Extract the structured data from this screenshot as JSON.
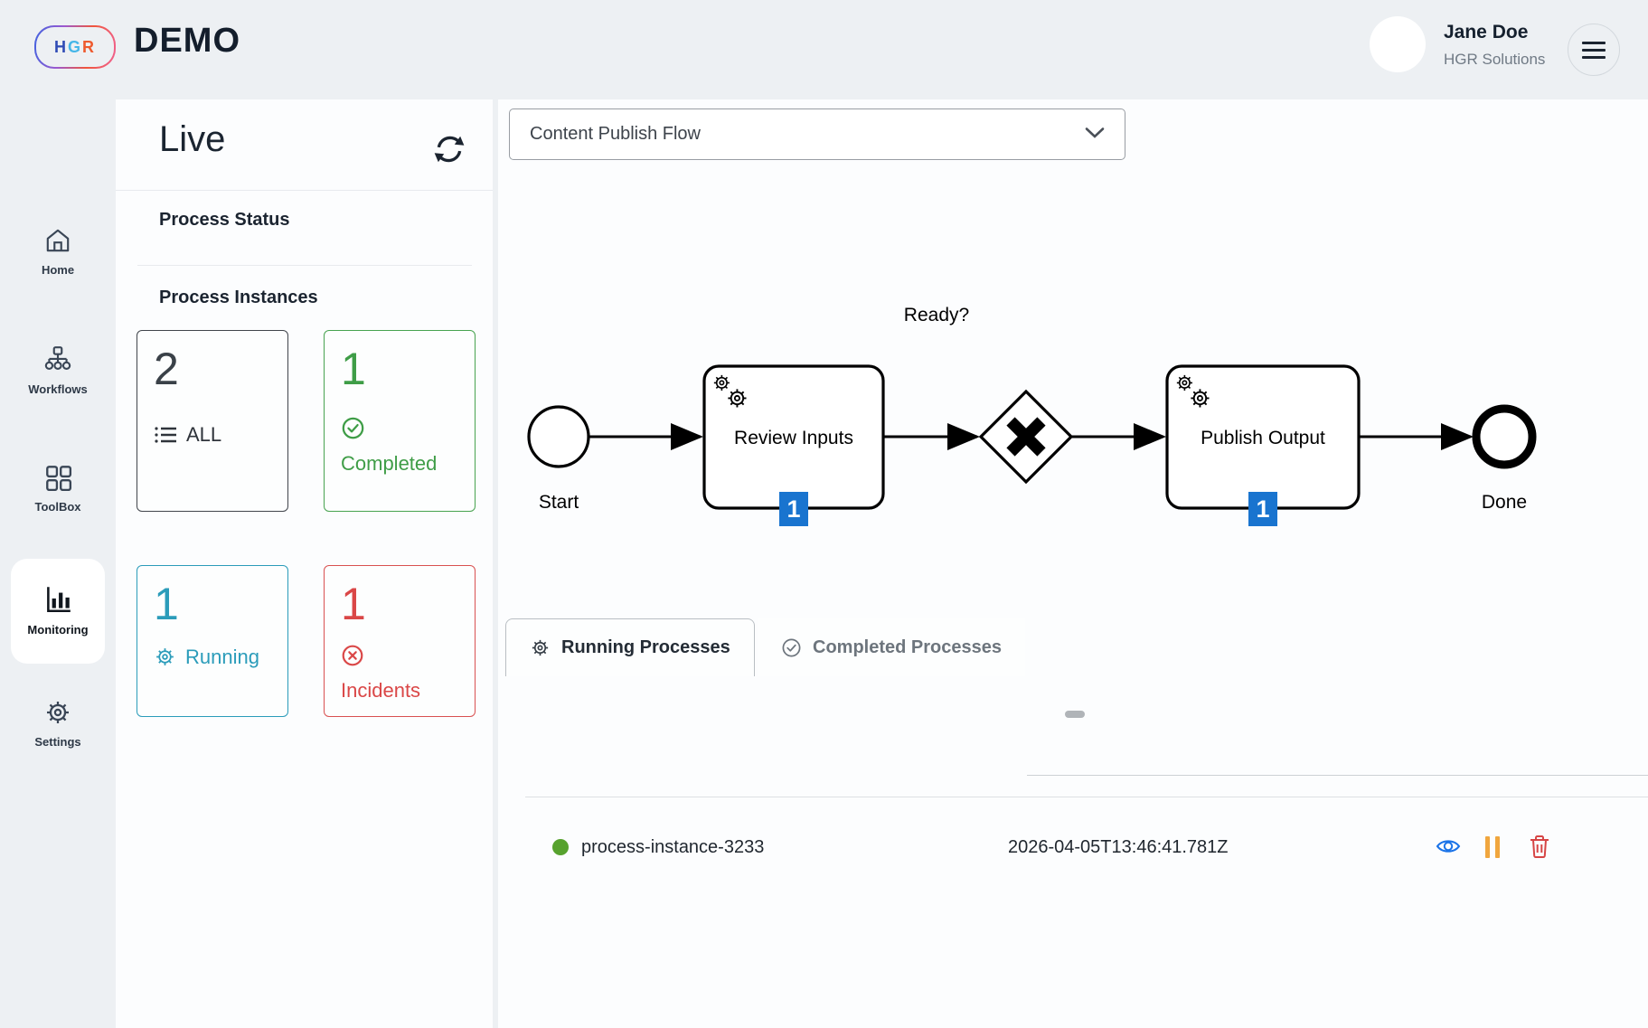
{
  "header": {
    "logo_text": "HGR",
    "logo_letters": [
      "H",
      "G",
      "R"
    ],
    "app_title": "DEMO",
    "user_name": "Jane Doe",
    "user_org": "HGR Solutions",
    "menu_icon": "hamburger-icon"
  },
  "sidebar": {
    "items": [
      {
        "label": "Home",
        "icon": "home-icon",
        "active": false
      },
      {
        "label": "Workflows",
        "icon": "sitemap-icon",
        "active": false
      },
      {
        "label": "ToolBox",
        "icon": "grid-icon",
        "active": false
      },
      {
        "label": "Monitoring",
        "icon": "bar-chart-icon",
        "active": true
      },
      {
        "label": "Settings",
        "icon": "gear-icon",
        "active": false
      }
    ]
  },
  "live_panel": {
    "title": "Live",
    "refresh_icon": "refresh-icon",
    "section_status": "Process Status",
    "section_instances": "Process Instances",
    "cards": [
      {
        "value": "2",
        "label": "ALL",
        "icon": "list-icon",
        "color": "#3a4148"
      },
      {
        "value": "1",
        "label": "Completed",
        "icon": "badge-check-icon",
        "color": "#3f9d47"
      },
      {
        "value": "1",
        "label": "Running",
        "icon": "gear-icon",
        "color": "#2b9cba"
      },
      {
        "value": "1",
        "label": "Incidents",
        "icon": "x-circle-icon",
        "color": "#da4747"
      }
    ]
  },
  "main": {
    "flow_select": {
      "value": "Content Publish Flow",
      "icon": "chevron-down-icon"
    },
    "diagram": {
      "nodes": [
        {
          "type": "start-event",
          "label": "Start"
        },
        {
          "type": "service-task",
          "label": "Review Inputs",
          "badge": "1"
        },
        {
          "type": "exclusive-gateway",
          "label": "Ready?"
        },
        {
          "type": "service-task",
          "label": "Publish Output",
          "badge": "1"
        },
        {
          "type": "end-event",
          "label": "Done"
        }
      ],
      "badge_color": "#1974cf"
    },
    "tabs": [
      {
        "label": "Running Processes",
        "icon": "gear-icon",
        "active": true
      },
      {
        "label": "Completed Processes",
        "icon": "badge-check-icon",
        "active": false
      }
    ],
    "processes": [
      {
        "name": "process-instance-3233",
        "timestamp": "2026-04-05T13:46:41.781Z",
        "status_color": "#57a22e",
        "actions": [
          "eye-icon",
          "pause-icon",
          "trash-icon"
        ]
      }
    ]
  },
  "colors": {
    "chrome_bg": "#edf0f3",
    "panel_bg": "#fcfdfe",
    "accent_badge_blue": "#1974cf",
    "green": "#3f9d47",
    "teal": "#2b9cba",
    "red": "#da4747",
    "amber": "#f0a63e",
    "eye_blue": "#1a73e8",
    "row_green": "#57a22e"
  }
}
